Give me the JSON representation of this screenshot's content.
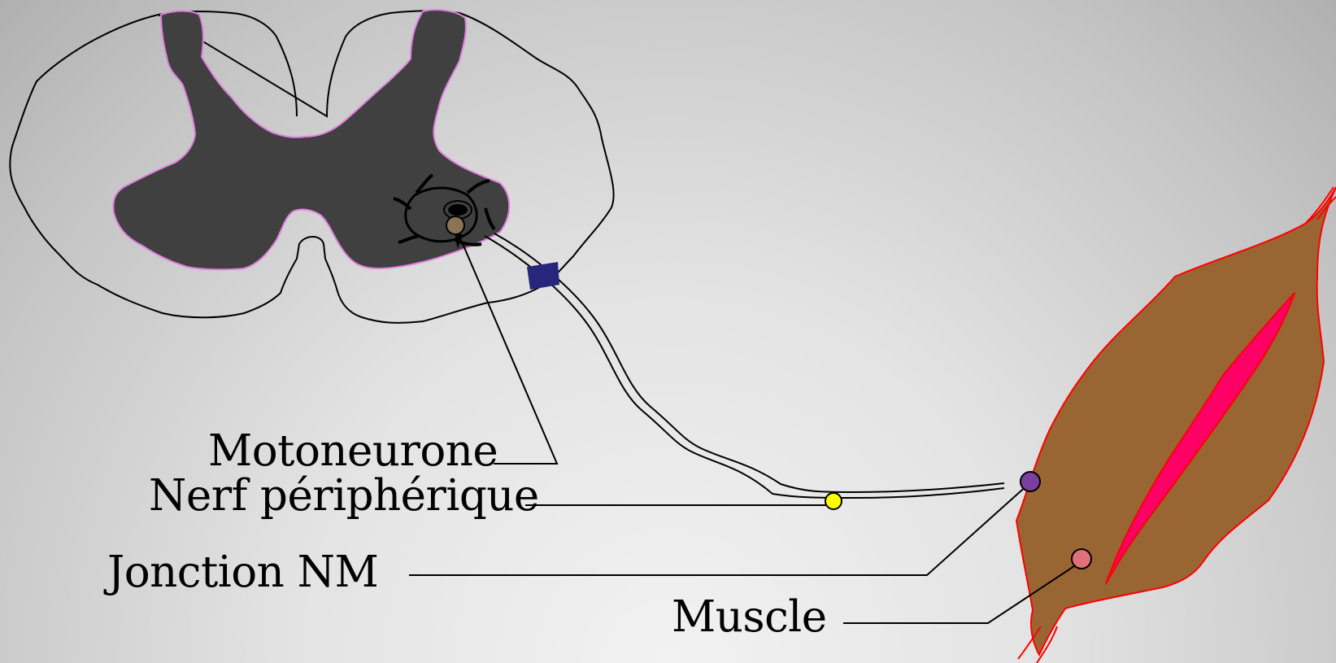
{
  "labels": {
    "motoneurone": "Motoneurone",
    "nerf": "Nerf périphérique",
    "jonction": "Jonction NM",
    "muscle": "Muscle"
  },
  "colors": {
    "grey_matter": "#404040",
    "grey_matter_outline": "#e080e0",
    "soma": "#8b7355",
    "root_marker": "#26267a",
    "nerve_marker": "#ffff00",
    "junction": "#7a3fa0",
    "muscle_body": "#996633",
    "muscle_outline": "#ff0000",
    "muscle_fiber": "#ff0066",
    "muscle_marker": "#e0707a"
  }
}
